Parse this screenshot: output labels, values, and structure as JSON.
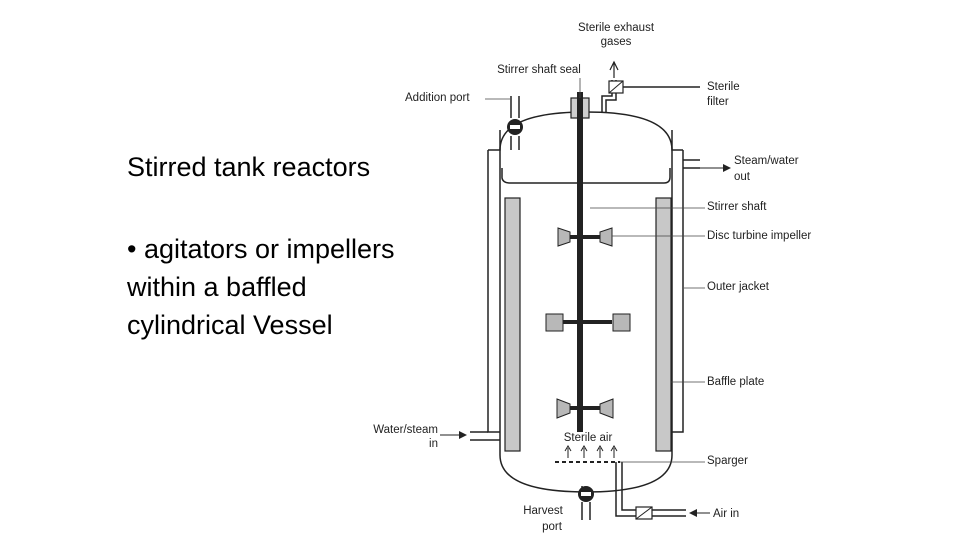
{
  "slide": {
    "title": "Stirred tank reactors",
    "bullet_lines": [
      "• agitators or impellers",
      "within a baffled",
      "cylindrical Vessel"
    ]
  },
  "diagram": {
    "labels": {
      "exhaust_1": "Sterile exhaust",
      "exhaust_2": "gases",
      "shaft_seal": "Stirrer shaft seal",
      "addition_port": "Addition port",
      "filter_1": "Sterile",
      "filter_2": "filter",
      "steam_out_1": "Steam/water",
      "steam_out_2": "out",
      "stirrer_shaft": "Stirrer shaft",
      "disc_impeller": "Disc turbine impeller",
      "outer_jacket": "Outer jacket",
      "baffle_plate": "Baffle plate",
      "water_in_1": "Water/steam",
      "water_in_2": "in",
      "sterile_air": "Sterile air",
      "sparger": "Sparger",
      "harvest_1": "Harvest",
      "harvest_2": "port",
      "air_in": "Air in"
    }
  }
}
